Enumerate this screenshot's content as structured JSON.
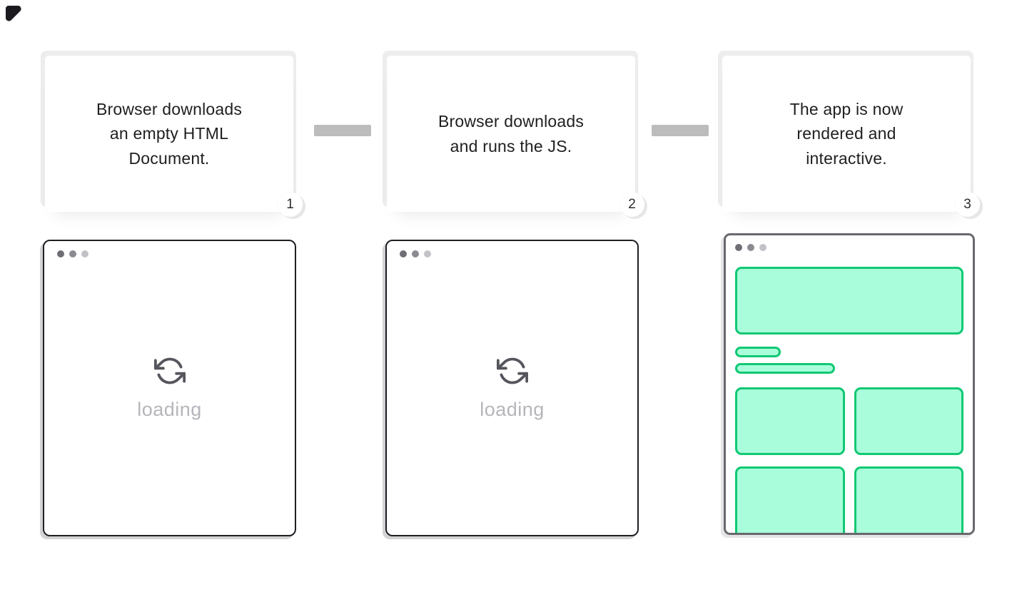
{
  "diagram": {
    "steps": [
      {
        "badge": "1",
        "text": "Browser downloads an empty HTML Document."
      },
      {
        "badge": "2",
        "text": "Browser downloads and runs the JS."
      },
      {
        "badge": "3",
        "text": "The app is now rendered and interactive."
      }
    ],
    "browsers": [
      {
        "state": "loading",
        "label": "loading"
      },
      {
        "state": "loading",
        "label": "loading"
      },
      {
        "state": "rendered"
      }
    ],
    "colors": {
      "mint_fill": "#A9FDDB",
      "green_border": "#10C873",
      "connector_gray": "#BCBCBC",
      "card_shadow": "#EDEDED",
      "text_dark": "#1F1F1F",
      "loading_text": "#B5B5BB",
      "icon_gray": "#55555D",
      "window_dark_border": "#1E1E23",
      "window_gray_border": "#68686E"
    }
  }
}
